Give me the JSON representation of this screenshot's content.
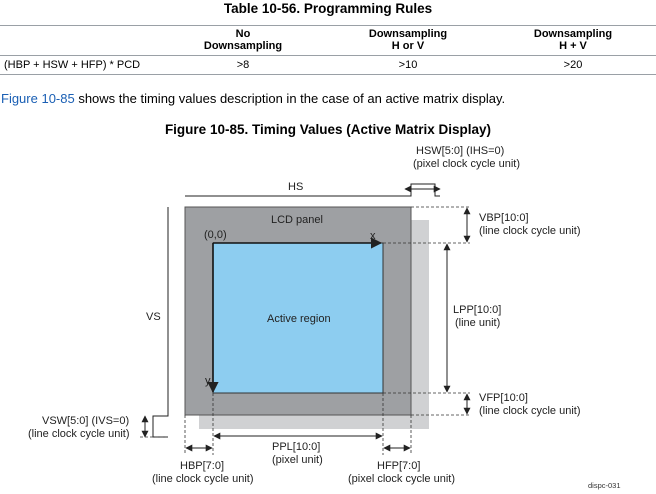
{
  "table": {
    "title": "Table 10-56. Programming Rules",
    "headers": [
      {
        "line1": "",
        "line2": ""
      },
      {
        "line1": "No",
        "line2": "Downsampling"
      },
      {
        "line1": "Downsampling",
        "line2": "H or V"
      },
      {
        "line1": "Downsampling",
        "line2": "H + V"
      }
    ],
    "rows": [
      [
        "(HBP + HSW + HFP) * PCD",
        ">8",
        ">10",
        ">20"
      ]
    ]
  },
  "paragraph": {
    "link_text": "Figure 10-85",
    "rest": " shows the timing values description in the case of an active matrix display."
  },
  "figure": {
    "title": "Figure 10-85. Timing Values (Active Matrix Display)",
    "labels": {
      "hsw_line1": "HSW[5:0] (IHS=0)",
      "hsw_line2": "(pixel clock cycle unit)",
      "hs": "HS",
      "vs": "VS",
      "lcd_panel": "LCD panel",
      "origin": "(0,0)",
      "x_axis": "x",
      "y_axis": "y",
      "active_region": "Active region",
      "vbp_line1": "VBP[10:0]",
      "vbp_line2": "(line clock cycle unit)",
      "lpp_line1": "LPP[10:0]",
      "lpp_line2": "(line unit)",
      "vfp_line1": "VFP[10:0]",
      "vfp_line2": "(line clock cycle unit)",
      "vsw_line1": "VSW[5:0]  (IVS=0)",
      "vsw_line2": "(line clock cycle unit)",
      "ppl_line1": "PPL[10:0]",
      "ppl_line2": "(pixel unit)",
      "hbp_line1": "HBP[7:0]",
      "hbp_line2": "(line clock cycle unit)",
      "hfp_line1": "HFP[7:0]",
      "hfp_line2": "(pixel clock cycle unit)",
      "figure_id": "dispc-031"
    },
    "colors": {
      "panel": "#9ea0a3",
      "shadow": "#d0d1d3",
      "active": "#8dcdf0",
      "link": "#1a5fb4"
    }
  }
}
